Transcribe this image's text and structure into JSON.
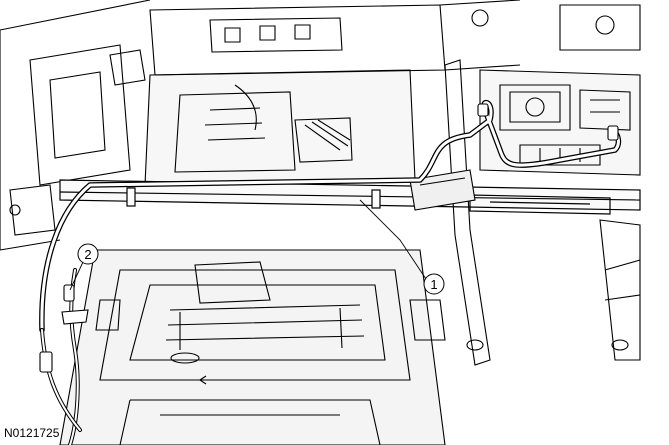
{
  "figure": {
    "id": "N0121725"
  },
  "callouts": [
    {
      "label": "1",
      "name": "callout-1"
    },
    {
      "label": "2",
      "name": "callout-2"
    }
  ]
}
